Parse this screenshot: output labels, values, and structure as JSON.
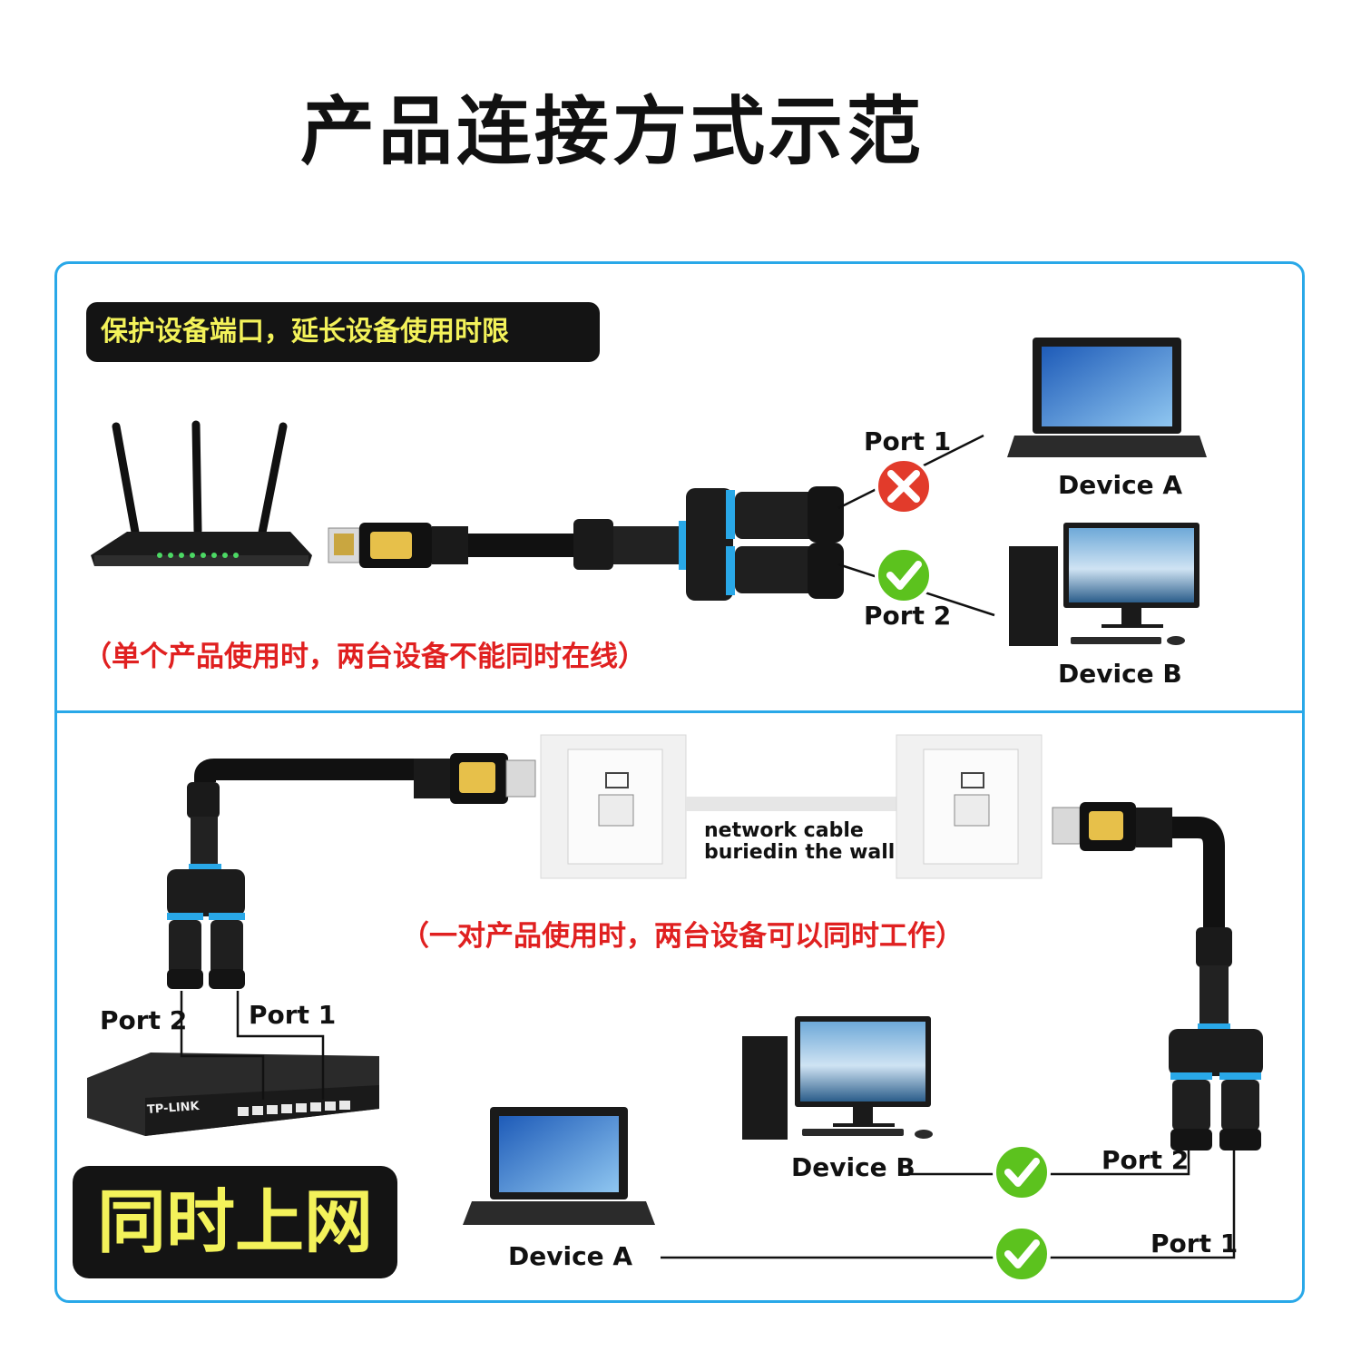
{
  "title": "产品连接方式示范",
  "top_panel": {
    "tag": "保护设备端口，延长设备使用时限",
    "note": "（单个产品使用时，两台设备不能同时在线）",
    "port1": "Port 1",
    "port2": "Port 2",
    "device_a": "Device A",
    "device_b": "Device B",
    "port1_status": "cross",
    "port2_status": "check"
  },
  "bottom_panel": {
    "note": "（一对产品使用时，两台设备可以同时工作）",
    "cable_label_line1": "network cable",
    "cable_label_line2": "buriedin the wall",
    "left_port2": "Port 2",
    "left_port1": "Port 1",
    "right_port2": "Port 2",
    "right_port1": "Port 1",
    "device_a": "Device A",
    "device_b": "Device B",
    "tag": "同时上网",
    "switch_brand": "TP-LINK"
  },
  "colors": {
    "frame": "#29a8e8",
    "accent_yellow": "#f3f25a",
    "note_red": "#e02020",
    "check_green": "#5cc21e",
    "cross_red": "#e23b2b"
  }
}
